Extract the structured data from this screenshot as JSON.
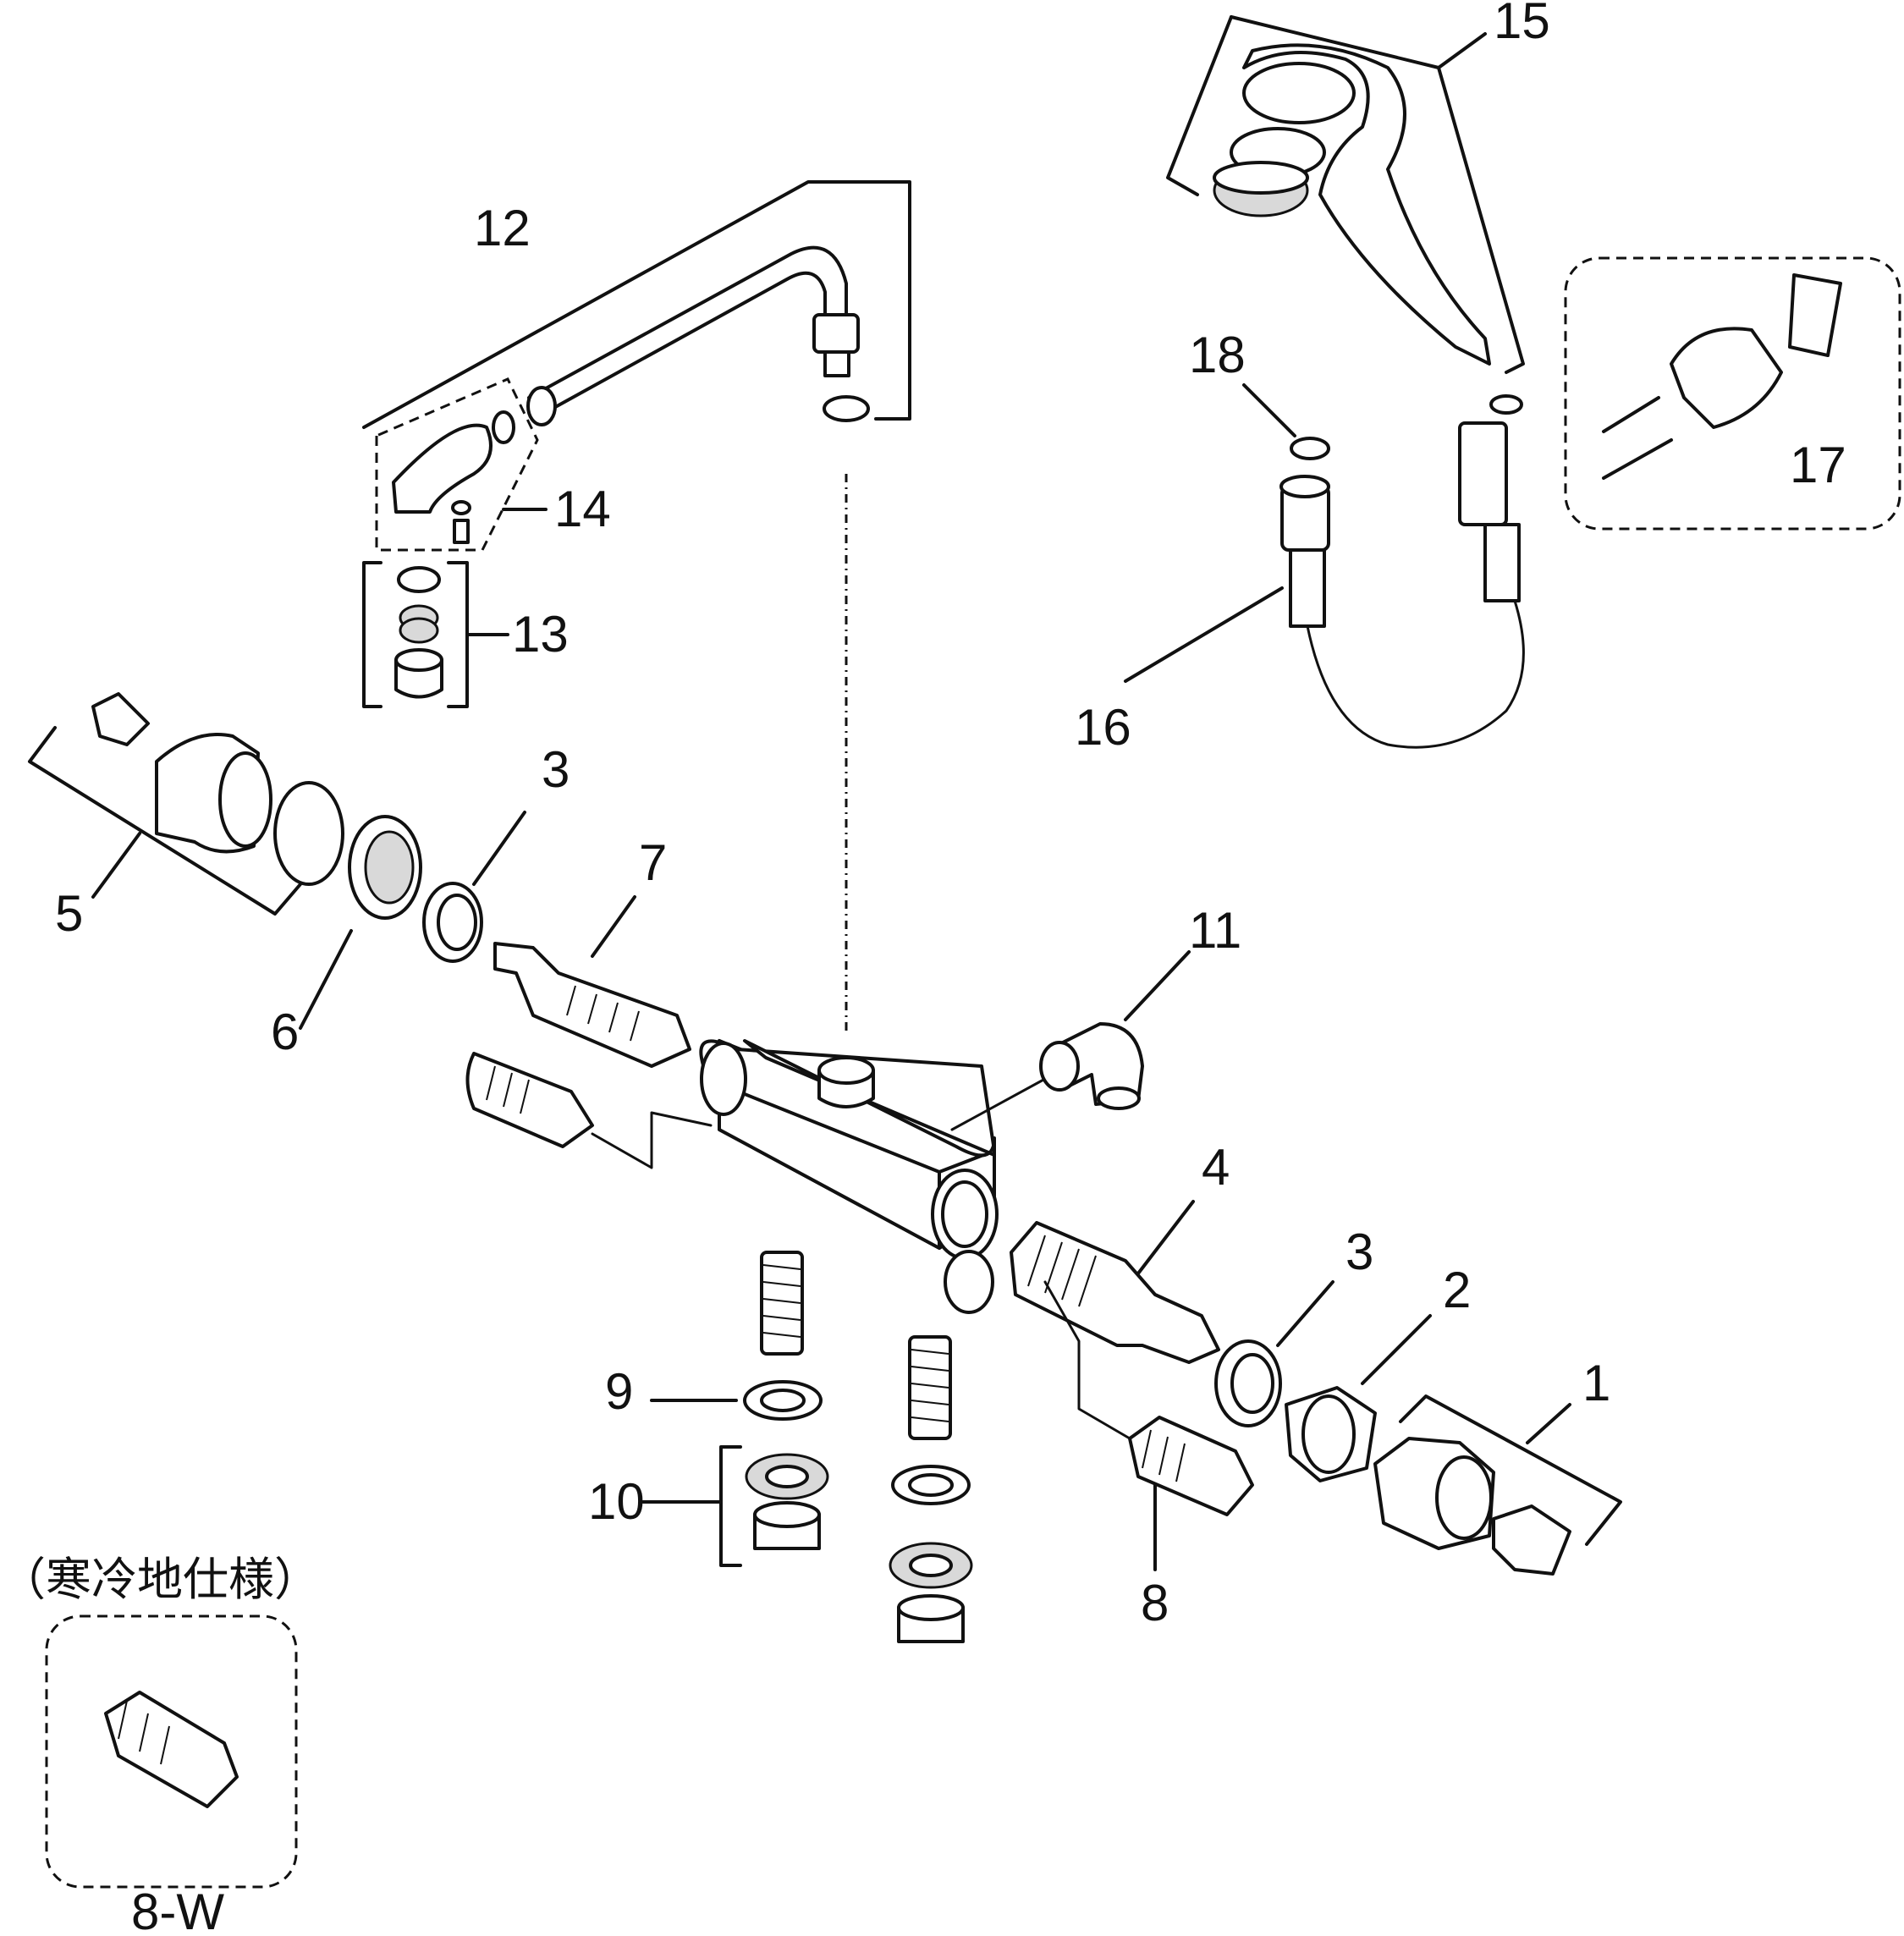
{
  "diagram": {
    "callouts": [
      {
        "id": "c1",
        "label": "1"
      },
      {
        "id": "c2",
        "label": "2"
      },
      {
        "id": "c3a",
        "label": "3"
      },
      {
        "id": "c3b",
        "label": "3"
      },
      {
        "id": "c4",
        "label": "4"
      },
      {
        "id": "c5",
        "label": "5"
      },
      {
        "id": "c6",
        "label": "6"
      },
      {
        "id": "c7",
        "label": "7"
      },
      {
        "id": "c8",
        "label": "8"
      },
      {
        "id": "c9",
        "label": "9"
      },
      {
        "id": "c10",
        "label": "10"
      },
      {
        "id": "c11",
        "label": "11"
      },
      {
        "id": "c12",
        "label": "12"
      },
      {
        "id": "c13",
        "label": "13"
      },
      {
        "id": "c14",
        "label": "14"
      },
      {
        "id": "c15",
        "label": "15"
      },
      {
        "id": "c16",
        "label": "16"
      },
      {
        "id": "c17",
        "label": "17"
      },
      {
        "id": "c18",
        "label": "18"
      }
    ],
    "cold_region_note": "（寒冷地仕様）",
    "cold_region_part_label": "8-W"
  }
}
